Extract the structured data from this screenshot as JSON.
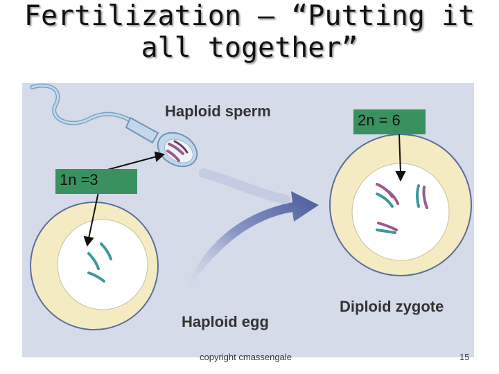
{
  "title": {
    "line1": "Fertilization – “Putting it",
    "line2": "all together”"
  },
  "figure": {
    "labels": {
      "sperm": "Haploid sperm",
      "egg": "Haploid egg",
      "zygote": "Diploid zygote"
    },
    "callouts": {
      "haploid": "1n =3",
      "diploid": "2n = 6"
    },
    "colors": {
      "background": "#d6dbe9",
      "cell_ring": "#f5ebc2",
      "nucleus": "#ffffff",
      "callout_fill": "#3a9160",
      "sperm_body": "#c3d7ea",
      "chromosome_teal": "#3a9a9a",
      "chromosome_purple": "#9a5a8a",
      "arrow": "#4a5a9a"
    }
  },
  "footer": {
    "copyright": "copyright cmassengale",
    "page_number": "15"
  }
}
